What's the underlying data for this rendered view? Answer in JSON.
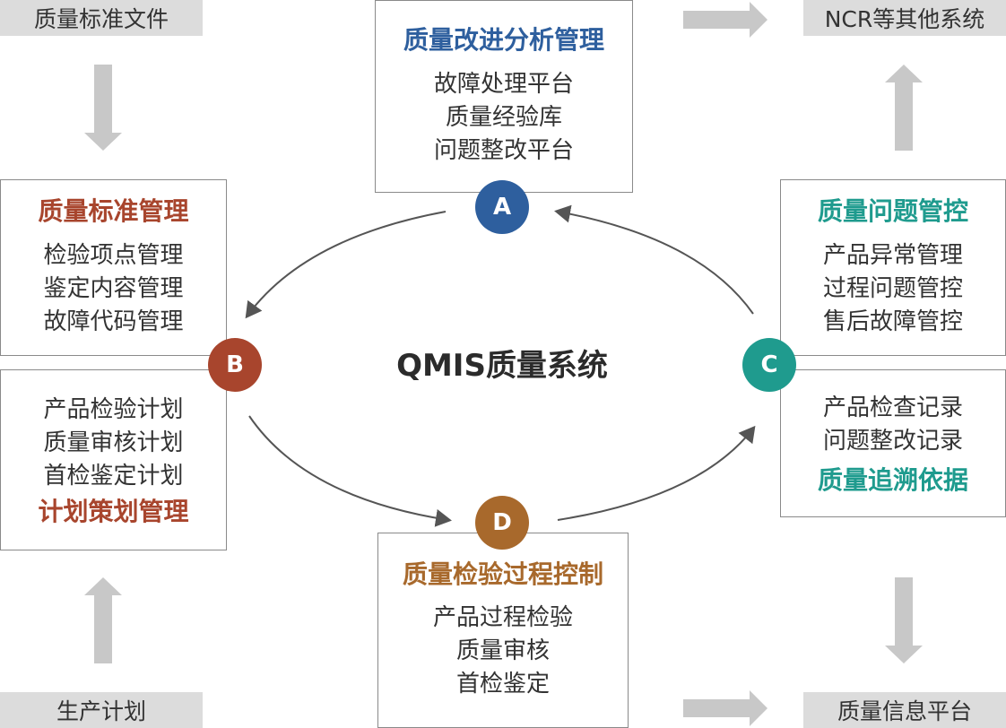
{
  "center_title": "QMIS质量系统",
  "tags": {
    "top_left": "质量标准文件",
    "bottom_left": "生产计划",
    "top_right": "NCR等其他系统",
    "bottom_right": "质量信息平台"
  },
  "nodes": {
    "a": {
      "letter": "A",
      "title": "质量改进分析管理",
      "items": [
        "故障处理平台",
        "质量经验库",
        "问题整改平台"
      ]
    },
    "b": {
      "letter": "B",
      "top_title": "质量标准管理",
      "top_items": [
        "检验项点管理",
        "鉴定内容管理",
        "故障代码管理"
      ],
      "bottom_items": [
        "产品检验计划",
        "质量审核计划",
        "首检鉴定计划"
      ],
      "bottom_title": "计划策划管理"
    },
    "c": {
      "letter": "C",
      "top_title": "质量问题管控",
      "top_items": [
        "产品异常管理",
        "过程问题管控",
        "售后故障管控"
      ],
      "bottom_items": [
        "产品检查记录",
        "问题整改记录"
      ],
      "bottom_title": "质量追溯依据"
    },
    "d": {
      "letter": "D",
      "title": "质量检验过程控制",
      "items": [
        "产品过程检验",
        "质量审核",
        "首检鉴定"
      ]
    }
  },
  "colors": {
    "a": "#2e5f9e",
    "b": "#a8452d",
    "c": "#1f9b8e",
    "d": "#a8692c",
    "arrow_gray": "#c8c8c8"
  }
}
